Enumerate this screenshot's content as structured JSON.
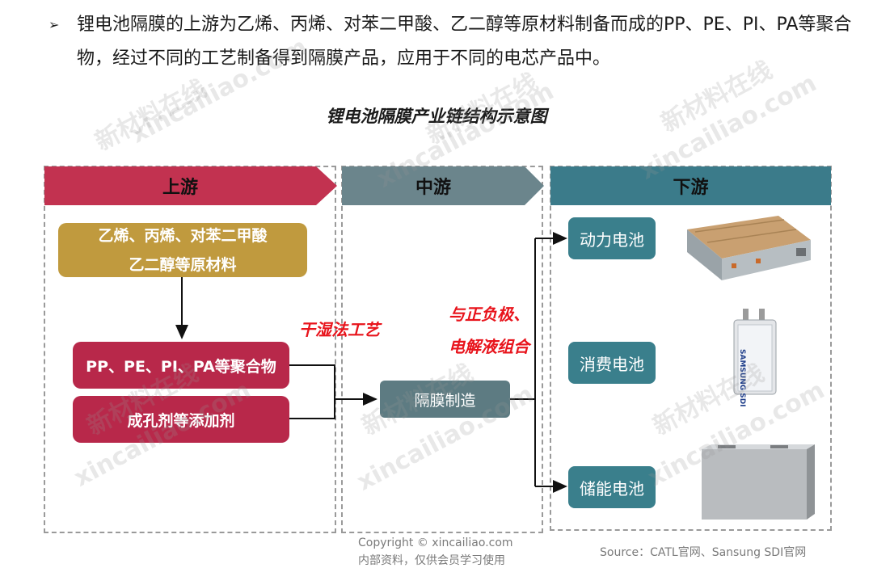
{
  "intro": {
    "bullet": "➢",
    "text": "锂电池隔膜的上游为乙烯、丙烯、对苯二甲酸、乙二醇等原材料制备而成的PP、PE、PI、PA等聚合物，经过不同的工艺制备得到隔膜产品，应用于不同的电芯产品中。"
  },
  "title": "锂电池隔膜产业链结构示意图",
  "headers": {
    "upstream": "上游",
    "midstream": "中游",
    "downstream": "下游"
  },
  "upstream": {
    "raw_line1": "乙烯、丙烯、对苯二甲酸",
    "raw_line2": "乙二醇等原材料",
    "polymer": "PP、PE、PI、PA等聚合物",
    "additive": "成孔剂等添加剂"
  },
  "process": {
    "dry_wet": "干湿法工艺",
    "combine_line1": "与正负极、",
    "combine_line2": "电解液组合"
  },
  "midstream": {
    "separator": "隔膜制造"
  },
  "downstream": {
    "power": "动力电池",
    "consumer": "消费电池",
    "storage": "储能电池"
  },
  "watermark": {
    "cn": "新材料在线",
    "en": "xincailiao.com"
  },
  "footer": {
    "copyright": "Copyright © xincailiao.com",
    "internal": "内部资料，仅供会员学习使用",
    "source": "Source：CATL官网、Sansung SDI官网"
  },
  "images": {
    "consumer_label": "SAMSUNG SDI"
  },
  "colors": {
    "upstream": "#c23250",
    "midstream": "#6b858c",
    "downstream": "#3b7b8a",
    "raw": "#c09a3e",
    "red_box": "#b8284a",
    "process_text": "#e8131b"
  }
}
